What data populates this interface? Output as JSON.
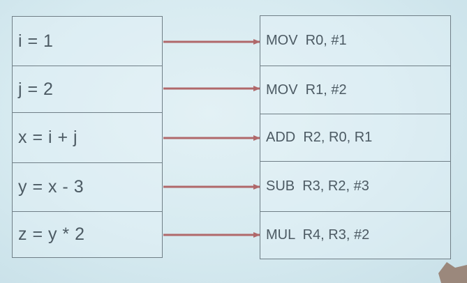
{
  "diagram": {
    "source_statements": [
      "i = 1",
      "j = 2",
      "x = i + j",
      "y = x - 3",
      "z = y * 2"
    ],
    "instructions": [
      "MOV  R0, #1",
      "MOV  R1, #2",
      "ADD  R2, R0, R1",
      "SUB  R3, R2, #3",
      "MUL  R4, R3, #2"
    ],
    "colors": {
      "arrow": "#b0686a",
      "border": "#6f7e86",
      "text": "#4c5a63",
      "background": "#d6eaf0"
    }
  }
}
